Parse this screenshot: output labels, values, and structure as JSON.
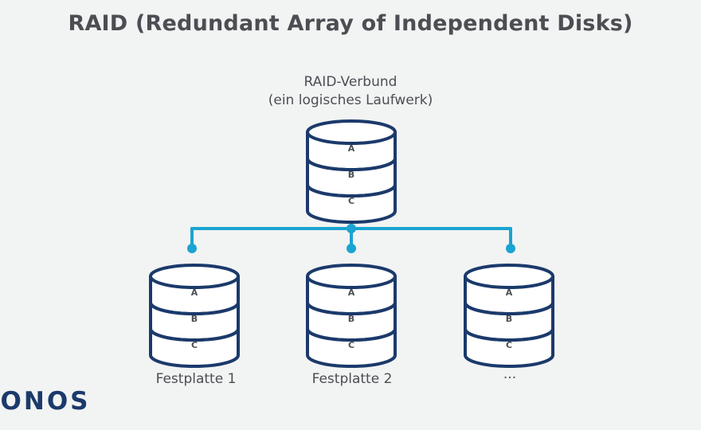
{
  "title": "RAID (Redundant Array of Independent Disks)",
  "array": {
    "label_line1": "RAID-Verbund",
    "label_line2": "(ein logisches Laufwerk)",
    "layers": [
      "A",
      "B",
      "C"
    ]
  },
  "disks": [
    {
      "label": "Festplatte 1",
      "layers": [
        "A",
        "B",
        "C"
      ]
    },
    {
      "label": "Festplatte 2",
      "layers": [
        "A",
        "B",
        "C"
      ]
    },
    {
      "label": "...",
      "layers": [
        "A",
        "B",
        "C"
      ]
    }
  ],
  "logo": "IONOS",
  "colors": {
    "connector": "#1aa4d1",
    "outline": "#1b3a6b",
    "text": "#4b4e53",
    "background": "#f2f3f3"
  }
}
